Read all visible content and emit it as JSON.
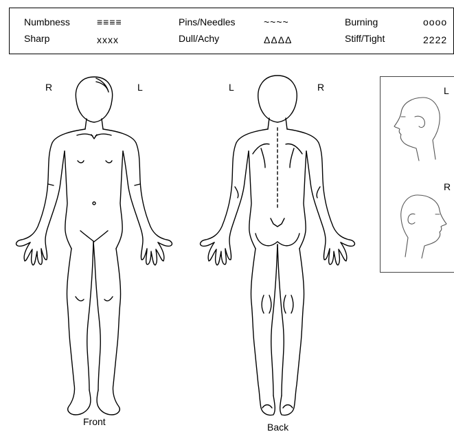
{
  "legend": {
    "numbness": {
      "label": "Numbness",
      "symbol": "≡≡≡≡"
    },
    "sharp": {
      "label": "Sharp",
      "symbol": "xxxx"
    },
    "pins": {
      "label": "Pins/Needles",
      "symbol": "~~~~"
    },
    "dull": {
      "label": "Dull/Achy",
      "symbol": "ΔΔΔΔ"
    },
    "burning": {
      "label": "Burning",
      "symbol": "oooo"
    },
    "stiff": {
      "label": "Stiff/Tight",
      "symbol": "2222"
    }
  },
  "front": {
    "left_side": "R",
    "right_side": "L",
    "caption": "Front"
  },
  "back": {
    "left_side": "L",
    "right_side": "R",
    "caption": "Back"
  },
  "heads": {
    "top_label": "L",
    "bottom_label": "R"
  }
}
